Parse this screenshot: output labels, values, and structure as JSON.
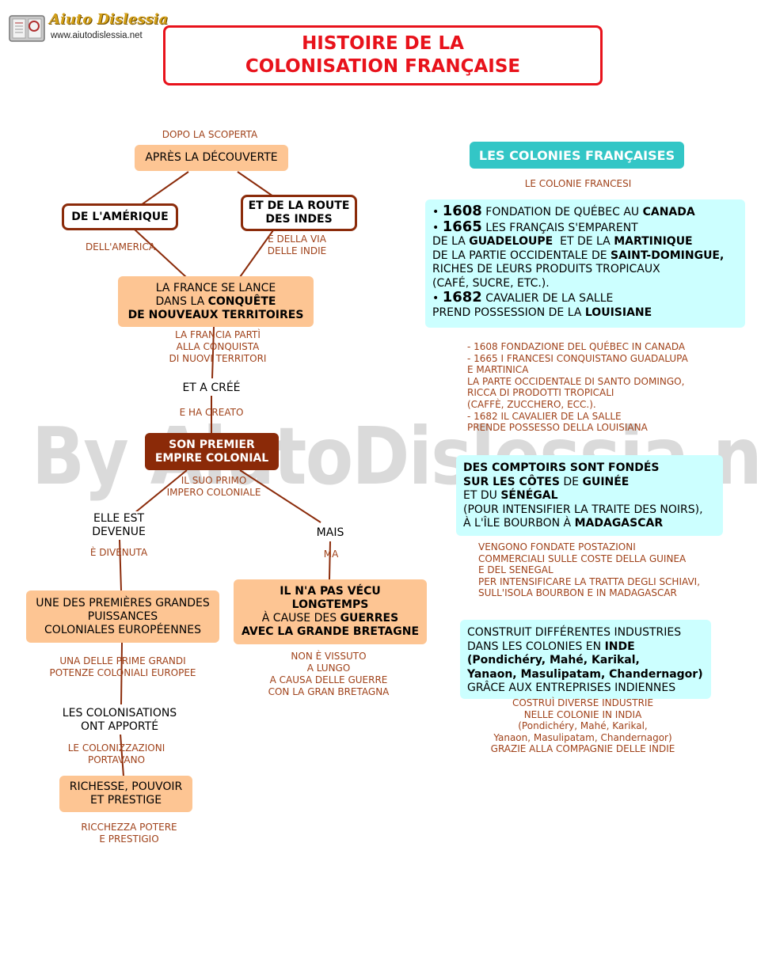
{
  "logo": {
    "brand": "Aiuto Dislessia",
    "url": "www.aiutodislessia.net"
  },
  "title": {
    "line1": "HISTOIRE DE LA",
    "line2": "COLONISATION FRANÇAISE"
  },
  "watermark": "By AiutoDislessia.net",
  "colors": {
    "title_red": "#e8121b",
    "brown": "#8b2b0a",
    "peach": "#fdc593",
    "cyan": "#ccffff",
    "teal": "#33c6c6",
    "italian_text": "#a0421a"
  },
  "left": {
    "apres": {
      "label": "APRÈS LA DÉCOUVERTE",
      "it": "DOPO LA SCOPERTA"
    },
    "amerique": {
      "label": "DE L'AMÉRIQUE",
      "it": "DELL'AMERICA"
    },
    "route": {
      "line1": "ET DE LA ROUTE",
      "line2": "DES INDES",
      "it1": "E DELLA VIA",
      "it2": "DELLE INDIE"
    },
    "france": {
      "line1": "LA FRANCE SE LANCE",
      "line2a": "DANS LA ",
      "line2b": "CONQUÊTE",
      "line3": "DE NOUVEAUX TERRITOIRES",
      "it1": "LA FRANCIA PARTÌ",
      "it2": "ALLA CONQUISTA",
      "it3": "DI NUOVI TERRITORI"
    },
    "cree": {
      "label": "ET A CRÉÉ",
      "it": "E HA CREATO"
    },
    "empire": {
      "line1": "SON PREMIER",
      "line2": "EMPIRE COLONIAL",
      "it1": "IL SUO PRIMO",
      "it2": "IMPERO COLONIALE"
    },
    "devenue": {
      "line1": "ELLE EST",
      "line2": "DEVENUE",
      "it": "È DIVENUTA"
    },
    "mais": {
      "label": "MAIS",
      "it": "MA"
    },
    "puissances": {
      "line1": "UNE DES PREMIÈRES GRANDES",
      "line2": "PUISSANCES",
      "line3": "COLONIALES EUROPÉENNES",
      "it1": "UNA DELLE PRIME GRANDI",
      "it2": "POTENZE COLONIALI EUROPEE"
    },
    "vecu": {
      "line1": "IL N'A PAS VÉCU",
      "line2": "LONGTEMPS",
      "line3a": "À CAUSE DES ",
      "line3b": "GUERRES",
      "line4": "AVEC LA GRANDE BRETAGNE",
      "it1": "NON È VISSUTO",
      "it2": "A LUNGO",
      "it3": "A CAUSA DELLE GUERRE",
      "it4": "CON LA GRAN BRETAGNA"
    },
    "apporte": {
      "line1": "LES COLONISATIONS",
      "line2": "ONT APPORTÉ",
      "it1": "LE COLONIZZAZIONI",
      "it2": "PORTAVANO"
    },
    "richesse": {
      "line1": "RICHESSE, POUVOIR",
      "line2": "ET PRESTIGE",
      "it1": "RICCHEZZA POTERE",
      "it2": "E PRESTIGIO"
    }
  },
  "right": {
    "header": {
      "label": "LES COLONIES FRANÇAISES",
      "it": "LE COLONIE FRANCESI"
    },
    "box1": {
      "y1608": "1608",
      "t1608a": " FONDATION DE QUÉBEC AU ",
      "t1608b": "CANADA",
      "y1665": "1665",
      "t1665": " LES FRANÇAIS S'EMPARENT",
      "l3a": "DE LA ",
      "l3b": "GUADELOUPE",
      "l3c": "  ET DE LA ",
      "l3d": "MARTINIQUE",
      "l4a": "DE LA PARTIE OCCIDENTALE DE ",
      "l4b": "SAINT-DOMINGUE,",
      "l5": "RICHES DE LEURS PRODUITS TROPICAUX",
      "l6": "(CAFÉ, SUCRE, ETC.).",
      "y1682": "1682",
      "t1682": " CAVALIER DE LA SALLE",
      "l8a": "PREND POSSESSION DE LA ",
      "l8b": "LOUISIANE",
      "bullet": "•"
    },
    "box1_it": [
      "- 1608 FONDAZIONE DEL QUÉBEC IN CANADA",
      "- 1665 I FRANCESI CONQUISTANO GUADALUPA",
      "E MARTINICA",
      "LA PARTE OCCIDENTALE DI SANTO DOMINGO,",
      "RICCA DI PRODOTTI TROPICALI",
      "(CAFFÈ, ZUCCHERO, ECC.).",
      "- 1682 IL CAVALIER DE LA SALLE",
      "PRENDE POSSESSO DELLA LOUISIANA"
    ],
    "box2": {
      "l1": "DES COMPTOIRS SONT FONDÉS",
      "l2a": "SUR LES CÔTES",
      "l2b": " DE ",
      "l2c": "GUINÉE",
      "l3a": "ET DU ",
      "l3b": "SÉNÉGAL",
      "l4": "(POUR INTENSIFIER LA TRAITE DES NOIRS),",
      "l5a": "À L'ÎLE BOURBON À ",
      "l5b": "MADAGASCAR"
    },
    "box2_it": [
      "VENGONO FONDATE POSTAZIONI",
      "COMMERCIALI SULLE COSTE DELLA GUINEA",
      "E DEL SENEGAL",
      "PER INTENSIFICARE LA TRATTA DEGLI SCHIAVI,",
      "SULL'ISOLA BOURBON E IN MADAGASCAR"
    ],
    "box3": {
      "l1": "CONSTRUIT DIFFÉRENTES INDUSTRIES",
      "l2a": "DANS LES COLONIES EN ",
      "l2b": "INDE",
      "l3": "(Pondichéry, Mahé, Karikal,",
      "l4": "Yanaon, Masulipatam, Chandernagor)",
      "l5": "GRÂCE AUX ENTREPRISES INDIENNES"
    },
    "box3_it": [
      "COSTRUÌ DIVERSE INDUSTRIE",
      "NELLE COLONIE IN INDIA",
      "(Pondichéry, Mahé, Karikal,",
      "Yanaon, Masulipatam, Chandernagor)",
      "GRAZIE ALLA COMPAGNIE DELLE INDIE"
    ]
  }
}
